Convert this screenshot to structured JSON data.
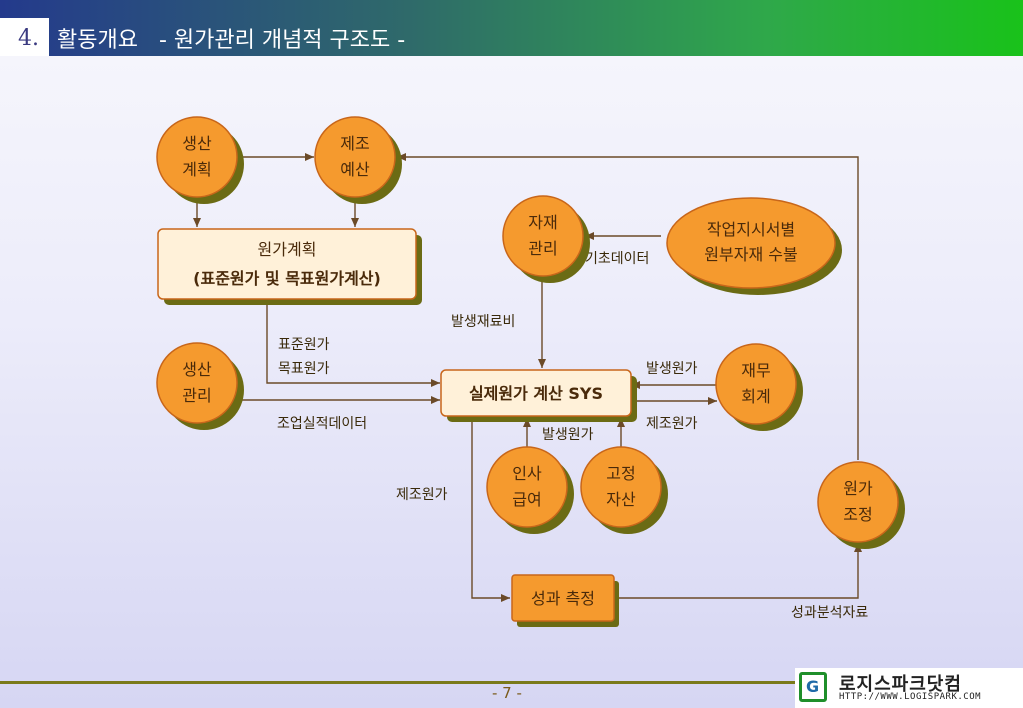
{
  "header": {
    "section_number": "4.",
    "title": "활동개요   - 원가관리 개념적 구조도 -"
  },
  "footer": {
    "page_number": "- 7 -",
    "logo_name": "로지스파크닷컴",
    "logo_url": "HTTP://WWW.LOGISPARK.COM"
  },
  "nodes": {
    "production_plan": [
      "생산",
      "계획"
    ],
    "manufacturing_budget": [
      "제조",
      "예산"
    ],
    "cost_plan": [
      "원가계획",
      "(표준원가 및 목표원가계산)"
    ],
    "material_mgmt": [
      "자재",
      "관리"
    ],
    "work_order": [
      "작업지시서별",
      "원부자재 수불"
    ],
    "production_mgmt": [
      "생산",
      "관리"
    ],
    "actual_cost_sys": "실제원가 계산 SYS",
    "finance": [
      "재무",
      "회계"
    ],
    "hr_payroll": [
      "인사",
      "급여"
    ],
    "fixed_assets": [
      "고정",
      "자산"
    ],
    "cost_adjustment": [
      "원가",
      "조정"
    ],
    "performance": "성과 측정"
  },
  "edge_labels": {
    "basic_data": "기초데이터",
    "material_cost": "발생재료비",
    "standard_cost": "표준원가",
    "target_cost": "목표원가",
    "production_actual": "조업실적데이터",
    "incurred_cost_finance": "발생원가",
    "manufacturing_cost_finance": "제조원가",
    "incurred_cost_bottom": "발생원가",
    "manufacturing_cost_left": "제조원가",
    "performance_data": "성과분석자료"
  },
  "colors": {
    "circle_fill": "#f59a2e",
    "circle_stroke": "#c8661a",
    "shadow": "#6b6b14",
    "box_fill": "#fff1d9",
    "line": "#6b4a28"
  }
}
